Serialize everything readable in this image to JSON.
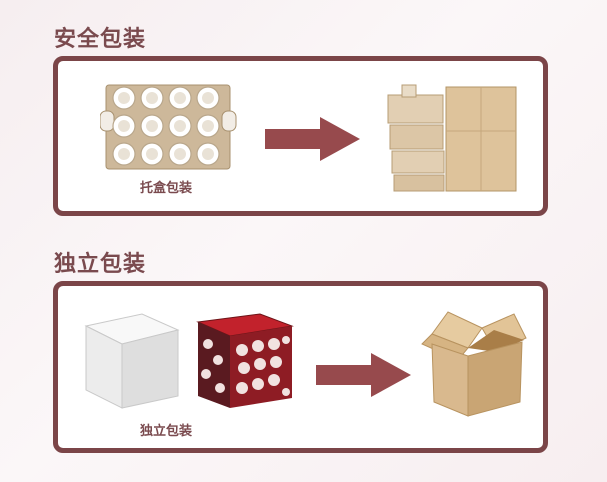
{
  "section1": {
    "heading": "安全包装",
    "caption": "托盒包装",
    "images": {
      "tray": "mug-tray-image",
      "boxes": "shipping-boxes-image"
    },
    "icon": "right-arrow-icon"
  },
  "section2": {
    "heading": "独立包装",
    "caption": "独立包装",
    "images": {
      "white_box": "white-box-image",
      "gift_box": "printed-gift-box-image",
      "carton": "open-carton-image"
    },
    "icon": "right-arrow-icon"
  },
  "colors": {
    "frame": "#7b4548",
    "arrow": "#974a4d",
    "heading_text": "#7a4a4e",
    "cardboard": "#d9b98e"
  }
}
